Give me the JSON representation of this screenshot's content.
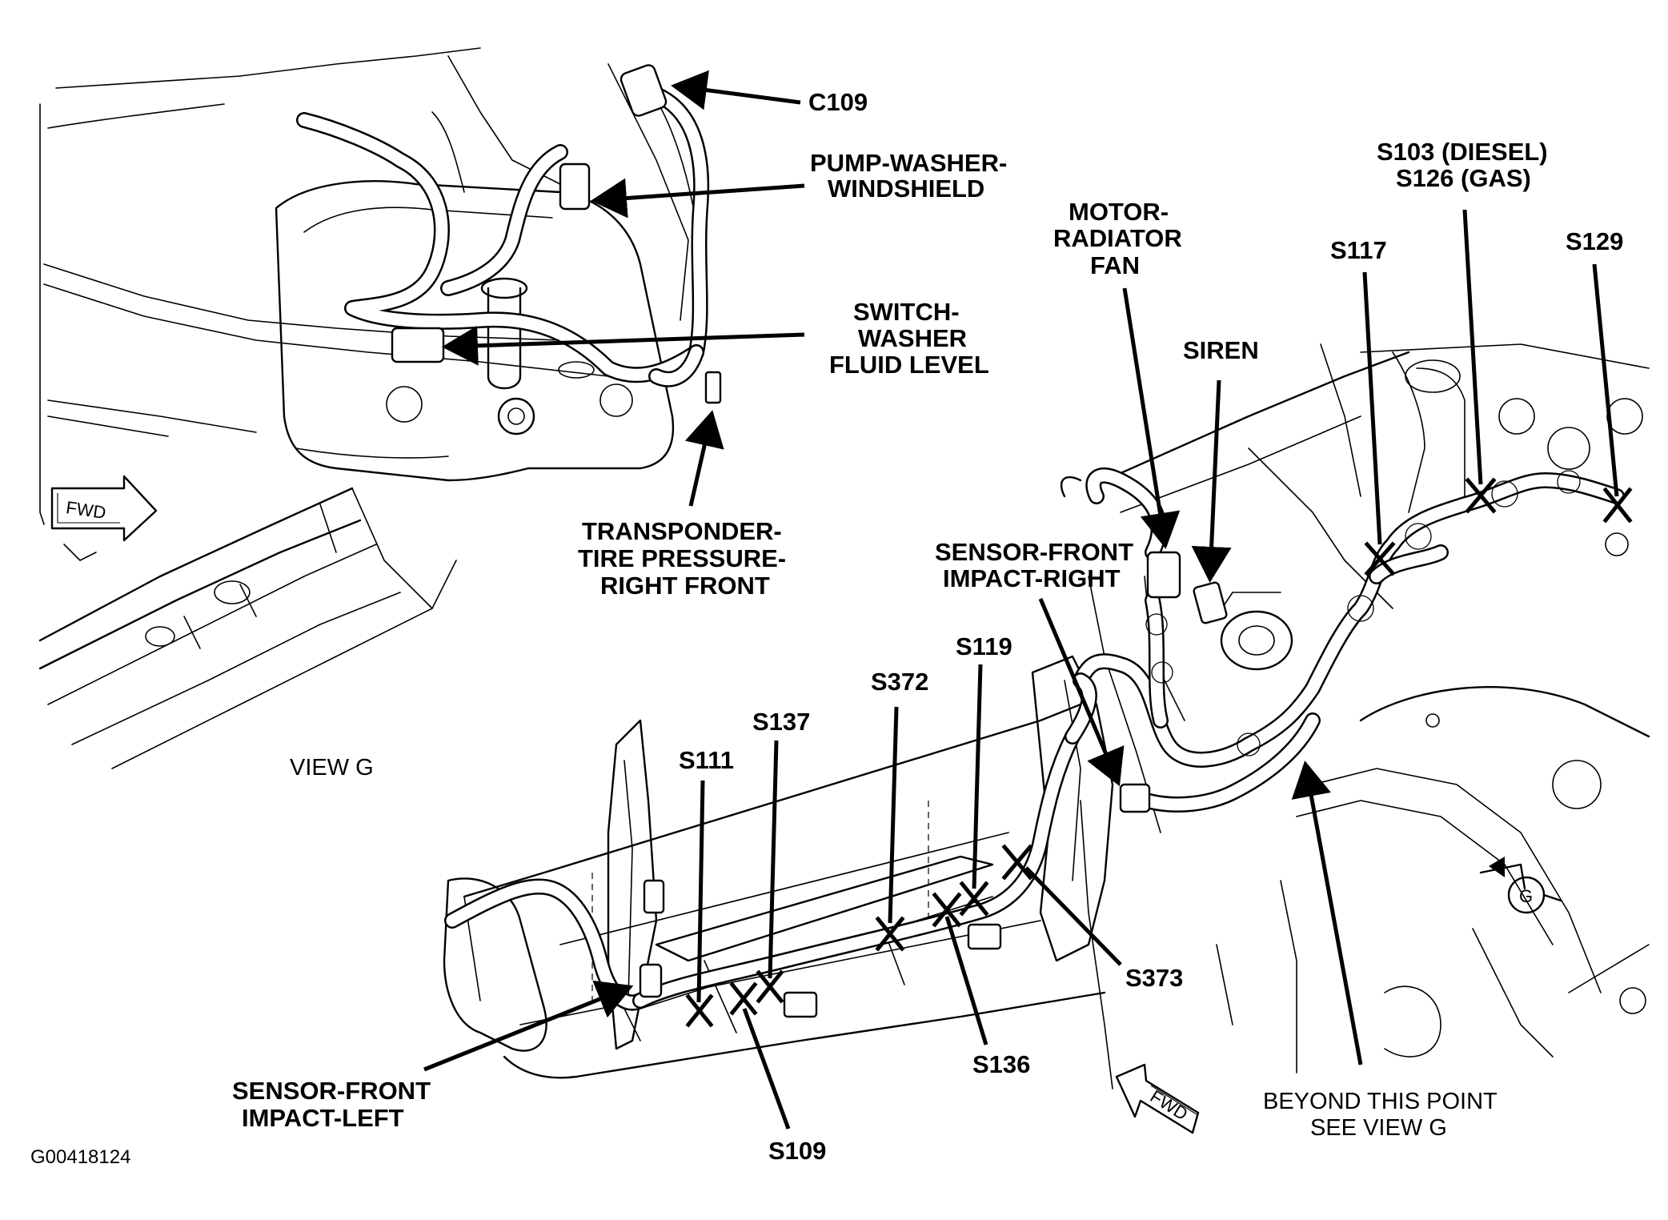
{
  "figure_id": "G00418124",
  "view_label": "VIEW G",
  "fwd_label": "FWD",
  "g_marker": "G",
  "components": {
    "c109": "C109",
    "pump_line1": "PUMP-WASHER-",
    "pump_line2": "WINDSHIELD",
    "switch_line1": "SWITCH-",
    "switch_line2": "WASHER",
    "switch_line3": "FLUID LEVEL",
    "tpms_line1": "TRANSPONDER-",
    "tpms_line2": "TIRE PRESSURE-",
    "tpms_line3": "RIGHT FRONT",
    "motor_line1": "MOTOR-",
    "motor_line2": "RADIATOR",
    "motor_line3": "FAN",
    "siren": "SIREN",
    "sfr_line1": "SENSOR-FRONT",
    "sfr_line2": "IMPACT-RIGHT",
    "sfl_line1": "SENSOR-FRONT",
    "sfl_line2": "IMPACT-LEFT",
    "beyond_line1": "BEYOND THIS POINT",
    "beyond_line2": "SEE VIEW G"
  },
  "splices": {
    "s103": "S103 (DIESEL)",
    "s126": "S126 (GAS)",
    "s117": "S117",
    "s129": "S129",
    "s119": "S119",
    "s372": "S372",
    "s137": "S137",
    "s111": "S111",
    "s373": "S373",
    "s136": "S136",
    "s109": "S109"
  }
}
